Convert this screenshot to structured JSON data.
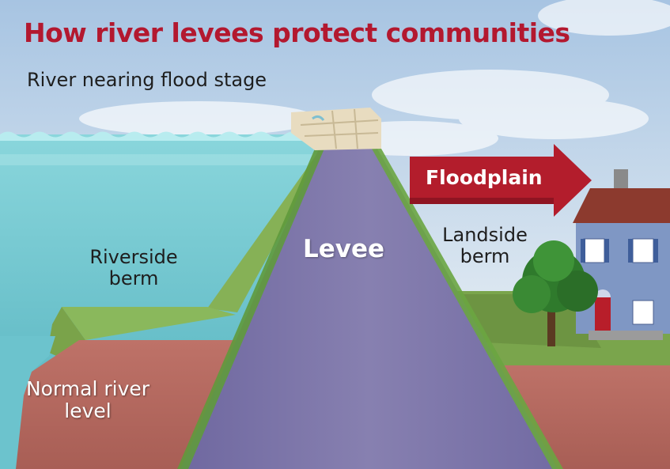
{
  "title": "How river levees protect communities",
  "labels": {
    "river_flood_stage": "River nearing flood stage",
    "riverside_berm": "Riverside berm",
    "levee": "Levee",
    "landside_berm": "Landside berm",
    "normal_river_level": "Normal river level",
    "floodplain": "Floodplain"
  },
  "colors": {
    "title": "#b3182f",
    "arrow": "#b31d2c",
    "levee": "#7e77a6",
    "soil": "#b56a60",
    "grass": "#6e9a45",
    "water": "#7fcfd6",
    "sky": "#a9c6e2",
    "house_siding": "#7f97c4",
    "house_roof": "#8c3a2e"
  },
  "icons": [
    "sandbag-icon",
    "house-icon",
    "tree-icon",
    "arrow-right-icon"
  ]
}
